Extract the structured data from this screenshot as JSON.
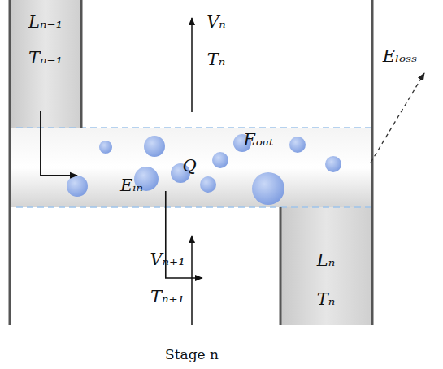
{
  "diagram": {
    "nodes": [
      {
        "text": [
          "Lₙ₋₁",
          "Tₙ₋₁"
        ]
      },
      {
        "text": [
          "Eᵢₙ",
          "Q",
          "Eₒᵤₜ"
        ]
      },
      {
        "text": [
          "Lₙ",
          "Tₙ"
        ]
      }
    ],
    "edges": [
      {
        "from": 0,
        "to": 1,
        "arrow": "to"
      },
      {
        "from": 1,
        "to": 2,
        "arrow": "to"
      }
    ],
    "labels": [
      "Vₙ",
      "Tₙ",
      "Vₙ₊₁",
      "Tₙ₊₁",
      "Eₗₒₛₛ",
      "Stage n"
    ]
  }
}
